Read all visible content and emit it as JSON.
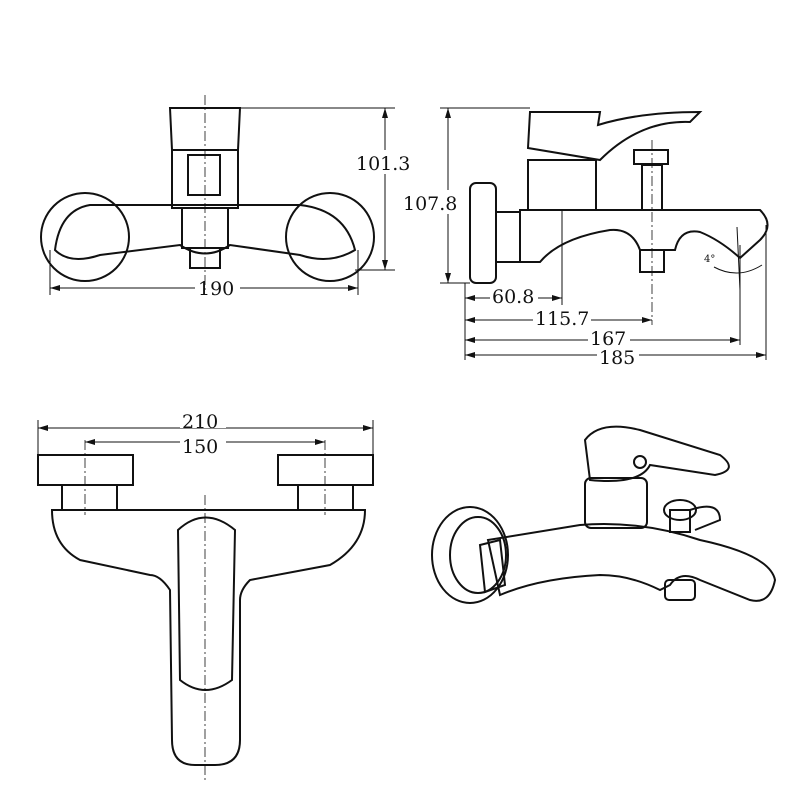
{
  "front_view": {
    "width_label": "190",
    "height_label": "101.3"
  },
  "side_view": {
    "height_label": "107.8",
    "dims": [
      "60.8",
      "115.7",
      "167",
      "185"
    ],
    "angle_label": "4°"
  },
  "top_view": {
    "outer_label": "210",
    "inner_label": "150"
  },
  "colors": {
    "line": "#111111",
    "background": "#ffffff"
  }
}
